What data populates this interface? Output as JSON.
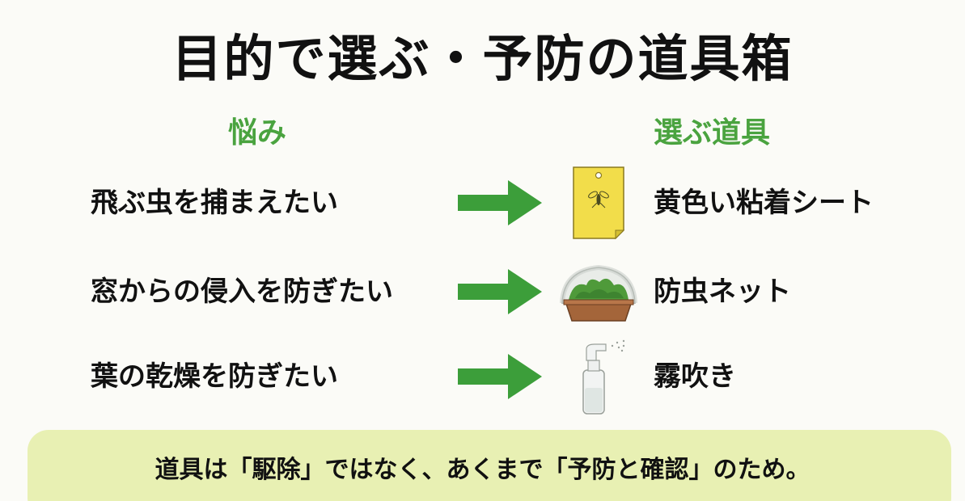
{
  "title": "目的で選ぶ・予防の道具箱",
  "headers": {
    "problem": "悩み",
    "tool": "選ぶ道具"
  },
  "rows": [
    {
      "problem": "飛ぶ虫を捕まえたい",
      "tool": "黄色い粘着シート",
      "icon": "yellow-sticky-trap-icon"
    },
    {
      "problem": "窓からの侵入を防ぎたい",
      "tool": "防虫ネット",
      "icon": "insect-net-planter-icon"
    },
    {
      "problem": "葉の乾燥を防ぎたい",
      "tool": "霧吹き",
      "icon": "spray-bottle-icon"
    }
  ],
  "banner": {
    "text": "道具は「駆除」ではなく、あくまで「予防と確認」のため。"
  },
  "colors": {
    "accent_green": "#4aa33f",
    "arrow_green": "#3c9e3a",
    "banner_bg": "#e8f0b3",
    "sticky_yellow": "#f2dd4a",
    "text": "#111111"
  }
}
